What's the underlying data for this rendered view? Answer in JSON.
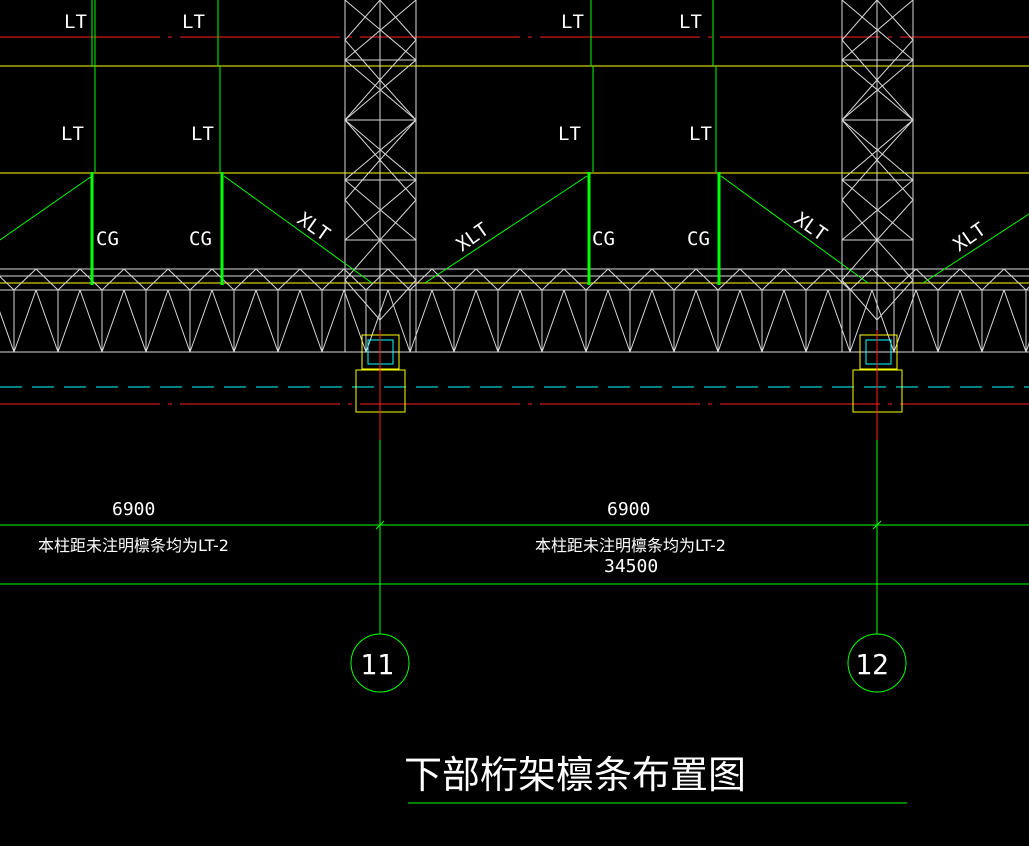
{
  "colors": {
    "background": "#000000",
    "member_white": "#d8d8d8",
    "purlin_yellow": "#ffff00",
    "rafter_green": "#00ff00",
    "axis_red": "#ff2020",
    "axis_cyan": "#00ffff",
    "text_white": "#ffffff"
  },
  "labels": {
    "lt": "LT",
    "cg": "CG",
    "xlt": "XLT"
  },
  "dimensions": {
    "bay_left": "6900",
    "bay_right": "6900",
    "total": "34500"
  },
  "notes": {
    "left": "本柱距未注明檩条均为LT-2",
    "right": "本柱距未注明檩条均为LT-2"
  },
  "axes": {
    "left": "11",
    "right": "12"
  },
  "title": "下部桁架檩条布置图"
}
